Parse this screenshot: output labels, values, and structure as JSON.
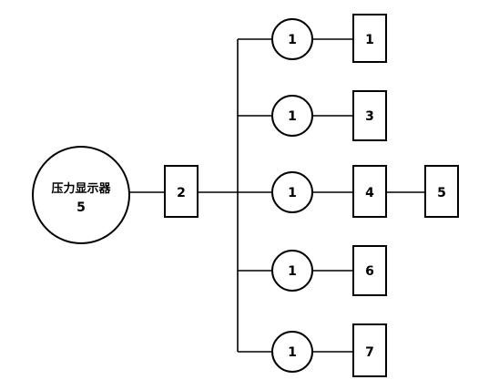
{
  "display": {
    "title": "压力显示器",
    "number": "5"
  },
  "hub_box": {
    "label": "2"
  },
  "branches": [
    {
      "circle_label": "1",
      "box_label": "1"
    },
    {
      "circle_label": "1",
      "box_label": "3"
    },
    {
      "circle_label": "1",
      "box_label": "4",
      "extra_box_label": "5"
    },
    {
      "circle_label": "1",
      "box_label": "6"
    },
    {
      "circle_label": "1",
      "box_label": "7"
    }
  ],
  "colors": {
    "line": "#000000",
    "background": "#ffffff"
  }
}
